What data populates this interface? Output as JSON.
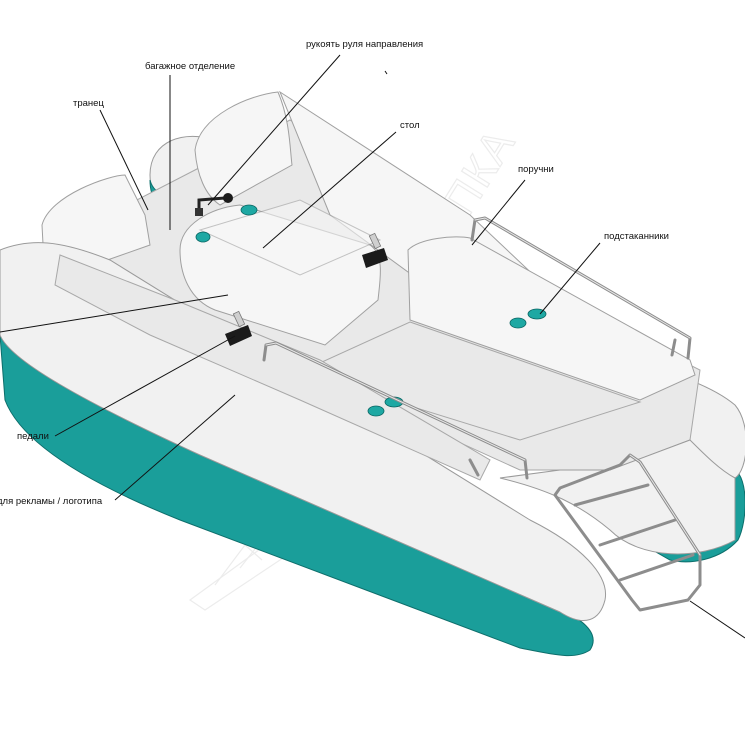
{
  "labels": {
    "rudder_handle": "рукоять  руля направления",
    "storage": "багажное отделение",
    "transom": "транец",
    "table": "стол",
    "handrails": "поручни",
    "cup_holders": "подстаканники",
    "pedals": "педали",
    "ad_space": "для рекламы / логотипа"
  },
  "watermark": "ЮРОМСТОРПКА",
  "colors": {
    "teal_hull": "#1a9e9a",
    "white_hull": "#f1f1f1",
    "rail": "#8d8d8d",
    "cup_holder": "#1ea8a3"
  }
}
